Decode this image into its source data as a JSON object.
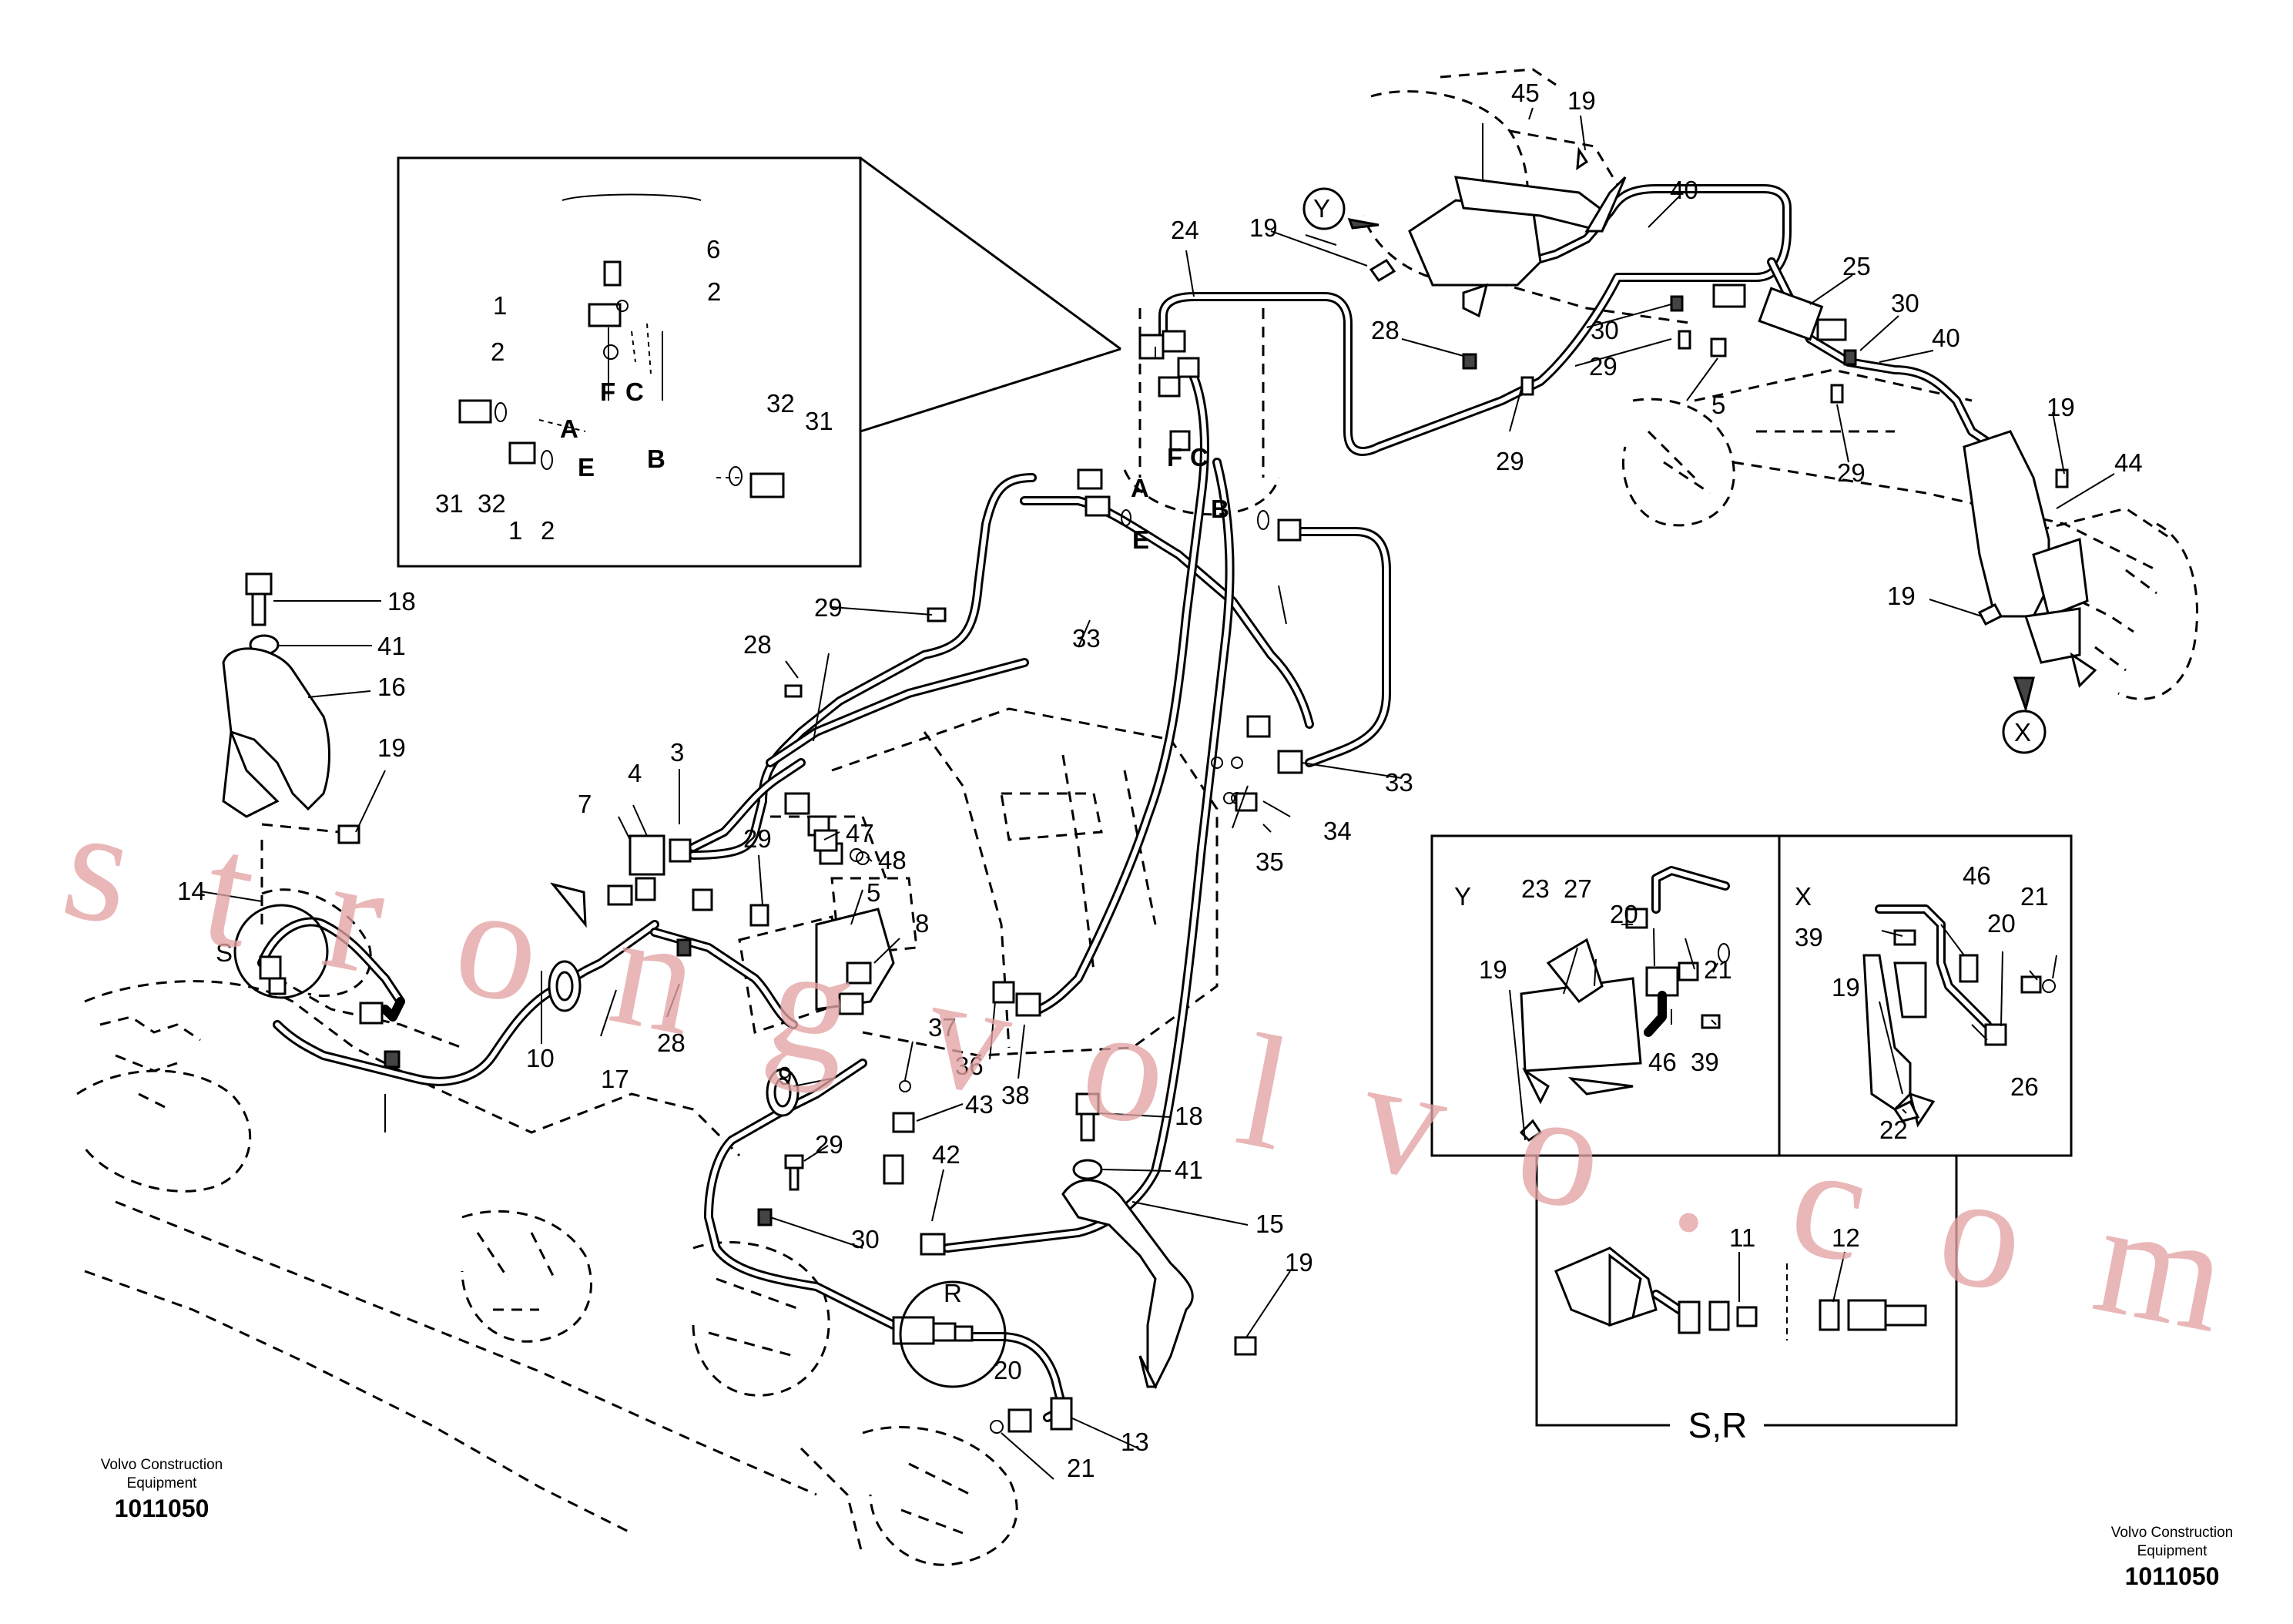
{
  "watermark": "strongvolvo.com",
  "footer_left": {
    "company_line1": "Volvo Construction",
    "company_line2": "Equipment",
    "number": "1011050"
  },
  "footer_right": {
    "company_line1": "Volvo Construction",
    "company_line2": "Equipment",
    "number": "1011050"
  },
  "view_markers": {
    "x": "X",
    "y": "Y",
    "s": "S",
    "r": "R"
  },
  "detail_labels": {
    "y_box": "Y",
    "x_box": "X",
    "sr_box": "S,R"
  },
  "port_letters": {
    "a": "A",
    "b": "B",
    "c": "C",
    "e": "E",
    "f": "F"
  },
  "callouts": {
    "c1": "1",
    "c2": "2",
    "c3": "3",
    "c4": "4",
    "c5": "5",
    "c6": "6",
    "c7": "7",
    "c8": "8",
    "c9": "9",
    "c10": "10",
    "c11": "11",
    "c12": "12",
    "c13": "13",
    "c14": "14",
    "c15": "15",
    "c16": "16",
    "c17": "17",
    "c18": "18",
    "c19": "19",
    "c20": "20",
    "c21": "21",
    "c22": "22",
    "c23": "23",
    "c24": "24",
    "c25": "25",
    "c26": "26",
    "c27": "27",
    "c28": "28",
    "c29": "29",
    "c30": "30",
    "c31": "31",
    "c32": "32",
    "c33": "33",
    "c34": "34",
    "c35": "35",
    "c36": "36",
    "c37": "37",
    "c38": "38",
    "c39": "39",
    "c40": "40",
    "c41": "41",
    "c42": "42",
    "c43": "43",
    "c44": "44",
    "c45": "45",
    "c46": "46",
    "c47": "47",
    "c48": "48"
  }
}
